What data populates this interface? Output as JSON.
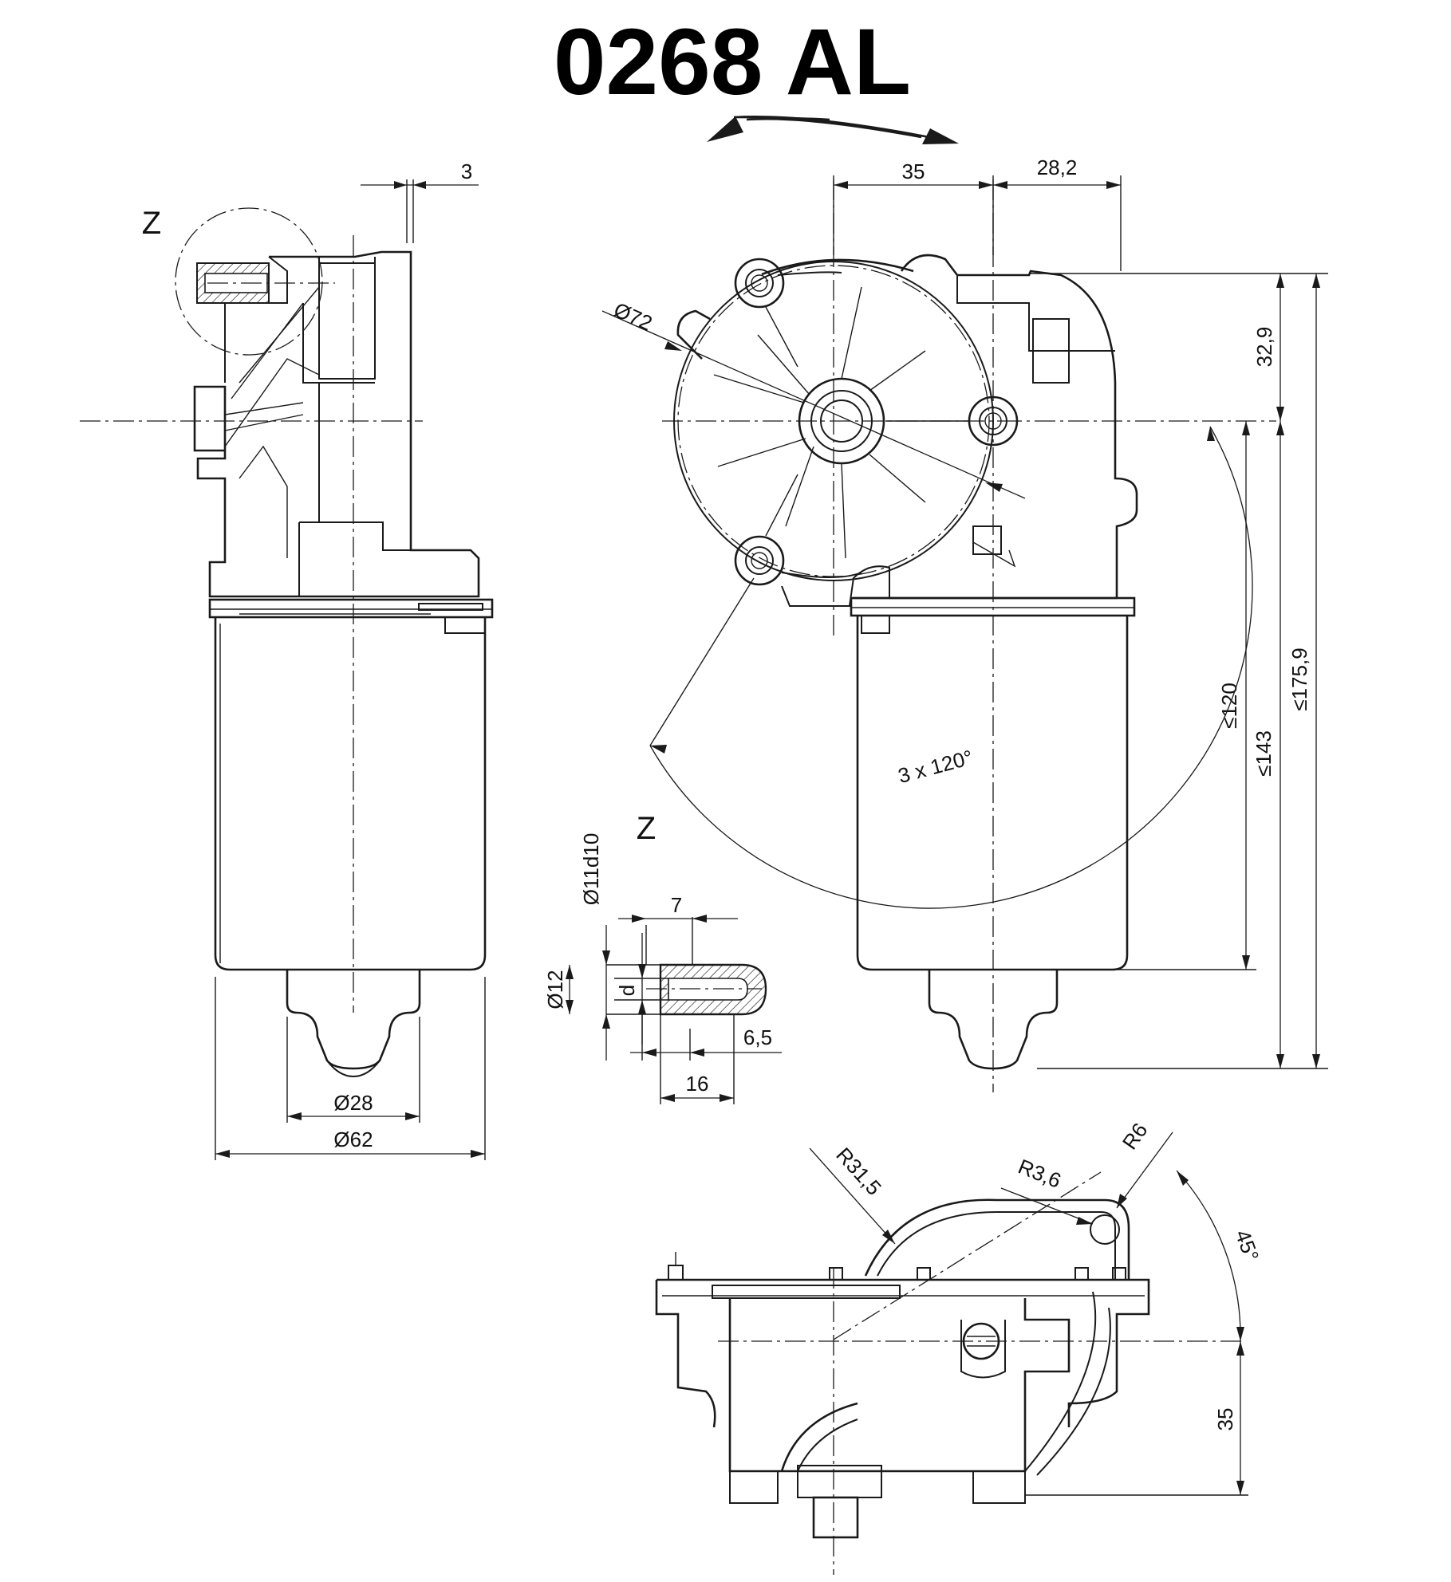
{
  "title": "0268 AL",
  "view_markers": {
    "detail_ref": "Z",
    "detail_title": "Z"
  },
  "side_view": {
    "dims": {
      "offset_top": "3",
      "shaft_dia": "Ø28",
      "body_dia": "Ø62"
    }
  },
  "front_view": {
    "dims": {
      "horiz_left": "35",
      "horiz_right": "28,2",
      "vert_top": "32,9",
      "vert_inner": "≤120",
      "vert_mid": "≤143",
      "vert_outer": "≤175,9",
      "pitch_dia": "Ø72",
      "bolt_pattern": "3 x 120°"
    }
  },
  "detail_z": {
    "dims": {
      "fit": "Ø11d10",
      "width_top": "7",
      "outer_dia": "Ø12",
      "inner": "d",
      "depth": "6,5",
      "length": "16"
    }
  },
  "bottom_view": {
    "dims": {
      "arm_radius": "R31,5",
      "inner_radius": "R3,6",
      "tip_radius": "R6",
      "angle": "45°",
      "height": "35"
    }
  }
}
